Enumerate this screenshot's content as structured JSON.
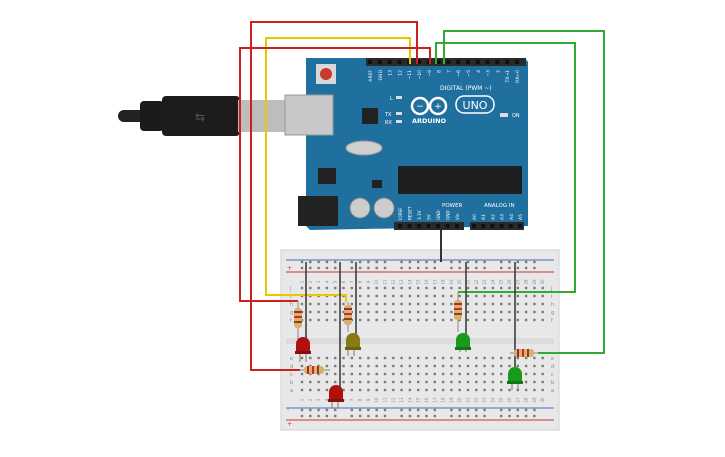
{
  "board": {
    "brand": "ARDUINO",
    "model": "UNO",
    "digital_label": "DIGITAL (PWM ~)",
    "analog_label": "ANALOG IN",
    "power_label": "POWER",
    "on_label": "ON",
    "tx_label": "TX",
    "rx_label": "RX",
    "l_label": "L",
    "digital_pins": [
      "AREF",
      "GND",
      "13",
      "12",
      "~11",
      "~10",
      "~9",
      "8",
      "7",
      "~6",
      "~5",
      "4",
      "~3",
      "2",
      "TX→1",
      "RX←0"
    ],
    "power_pins": [
      "IOREF",
      "RESET",
      "3.3V",
      "5V",
      "GND",
      "GND",
      "Vin"
    ],
    "analog_pins": [
      "A0",
      "A1",
      "A2",
      "A3",
      "A4",
      "A5"
    ]
  },
  "breadboard": {
    "row_letters_top": [
      "j",
      "i",
      "h",
      "g",
      "f"
    ],
    "row_letters_bottom": [
      "e",
      "d",
      "c",
      "b",
      "a"
    ],
    "column_numbers": [
      "1",
      "2",
      "3",
      "4",
      "5",
      "6",
      "7",
      "8",
      "9",
      "10",
      "11",
      "12",
      "13",
      "14",
      "15",
      "16",
      "17",
      "18",
      "19",
      "20",
      "21",
      "22",
      "23",
      "24",
      "25",
      "26",
      "27",
      "28",
      "29",
      "30"
    ],
    "rail_plus": "+",
    "rail_minus": "-"
  },
  "components": [
    {
      "name": "led-red-1",
      "type": "LED",
      "color": "#b01010"
    },
    {
      "name": "led-yellow",
      "type": "LED",
      "color": "#8a7a16"
    },
    {
      "name": "led-red-2",
      "type": "LED",
      "color": "#b01010"
    },
    {
      "name": "led-green-1",
      "type": "LED",
      "color": "#1a9a1a"
    },
    {
      "name": "led-green-2",
      "type": "LED",
      "color": "#1a9a1a"
    }
  ],
  "wires": [
    {
      "name": "wire-red-pin12",
      "color": "#cc2020"
    },
    {
      "name": "wire-yellow-pin11",
      "color": "#e8c800"
    },
    {
      "name": "wire-red-pin10",
      "color": "#cc2020"
    },
    {
      "name": "wire-green-pin9",
      "color": "#33aa33"
    },
    {
      "name": "wire-green-pin8",
      "color": "#33aa33"
    },
    {
      "name": "wire-gnd",
      "color": "#333333"
    }
  ]
}
